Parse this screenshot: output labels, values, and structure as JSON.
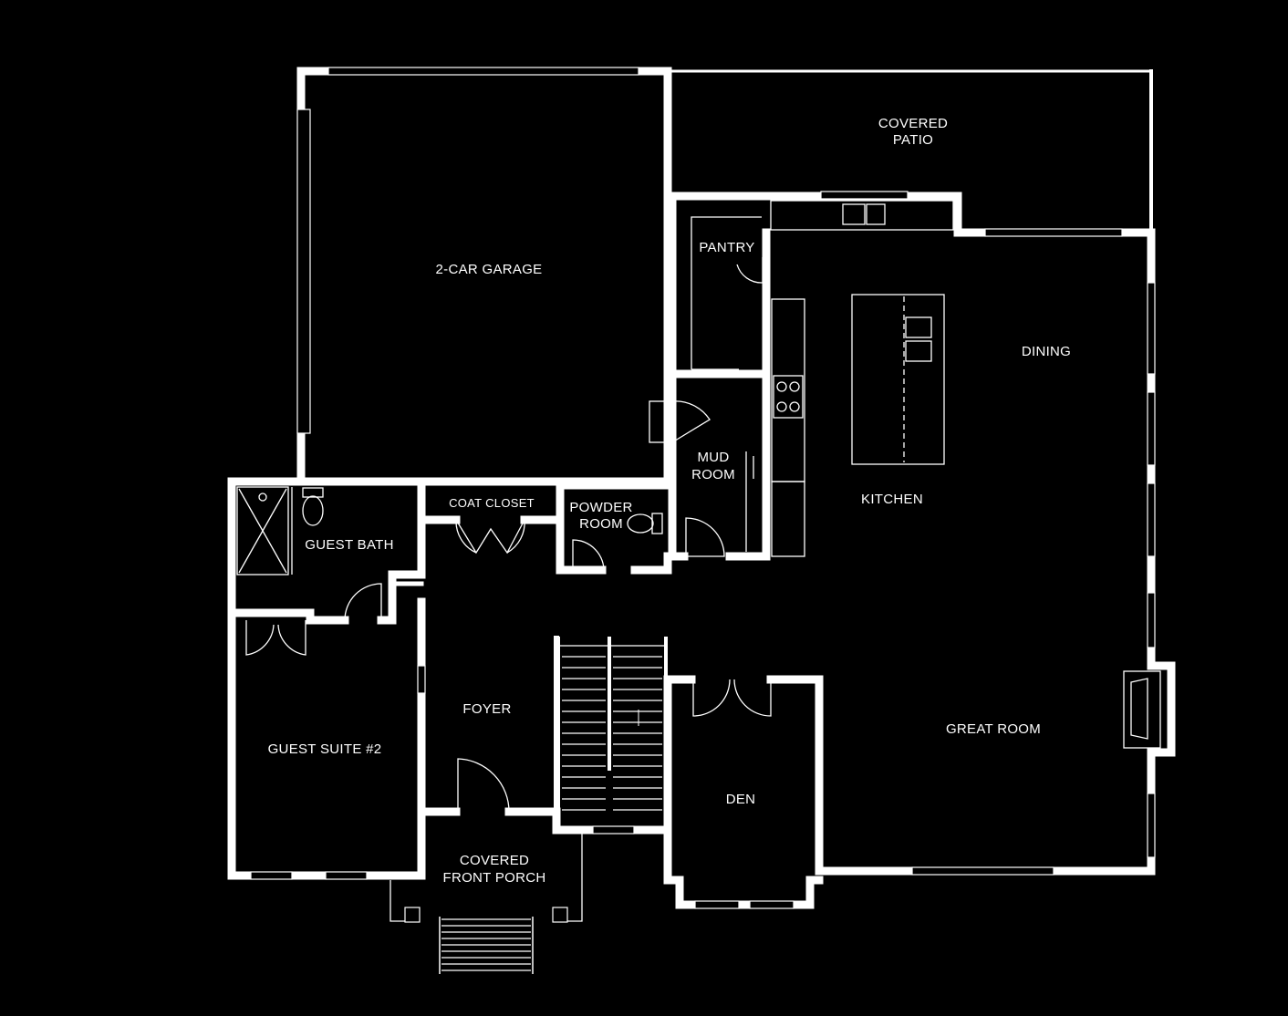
{
  "colors": {
    "background": "#000000",
    "lines": "#ffffff"
  },
  "rooms": {
    "covered_patio": [
      "COVERED",
      "PATIO"
    ],
    "garage": "2-CAR GARAGE",
    "pantry": "PANTRY",
    "dining": "DINING",
    "mud_room": [
      "MUD",
      "ROOM"
    ],
    "kitchen": "KITCHEN",
    "coat_closet": "COAT CLOSET",
    "powder_room": [
      "POWDER",
      "ROOM"
    ],
    "guest_bath": "GUEST BATH",
    "foyer": "FOYER",
    "guest_suite": "GUEST SUITE #2",
    "great_room": "GREAT ROOM",
    "den": "DEN",
    "covered_front_porch": [
      "COVERED",
      "FRONT PORCH"
    ]
  }
}
